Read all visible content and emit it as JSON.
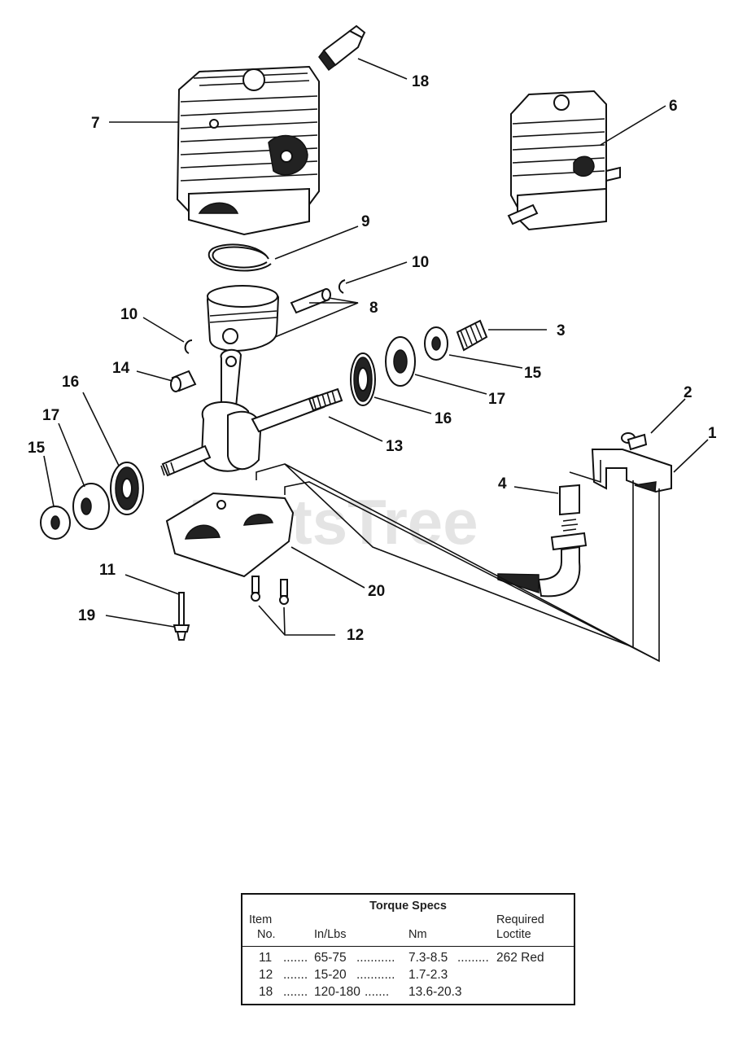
{
  "watermark": "PartsTree",
  "callouts": [
    {
      "id": "c18",
      "label": "18"
    },
    {
      "id": "c7",
      "label": "7"
    },
    {
      "id": "c6",
      "label": "6"
    },
    {
      "id": "c9",
      "label": "9"
    },
    {
      "id": "c10a",
      "label": "10"
    },
    {
      "id": "c10b",
      "label": "10"
    },
    {
      "id": "c8",
      "label": "8"
    },
    {
      "id": "c3",
      "label": "3"
    },
    {
      "id": "c14",
      "label": "14"
    },
    {
      "id": "c15a",
      "label": "15"
    },
    {
      "id": "c16a",
      "label": "16"
    },
    {
      "id": "c17a",
      "label": "17"
    },
    {
      "id": "c16b",
      "label": "16"
    },
    {
      "id": "c17b",
      "label": "17"
    },
    {
      "id": "c15b",
      "label": "15"
    },
    {
      "id": "c13",
      "label": "13"
    },
    {
      "id": "c2",
      "label": "2"
    },
    {
      "id": "c1",
      "label": "1"
    },
    {
      "id": "c4",
      "label": "4"
    },
    {
      "id": "c11",
      "label": "11"
    },
    {
      "id": "c20",
      "label": "20"
    },
    {
      "id": "c19",
      "label": "19"
    },
    {
      "id": "c12",
      "label": "12"
    }
  ],
  "torque_specs": {
    "title": "Torque Specs",
    "headers": {
      "item_line1": "Item",
      "item_line2": "No.",
      "in_lbs": "In/Lbs",
      "nm": "Nm",
      "loctite_line1": "Required",
      "loctite_line2": "Loctite"
    },
    "rows": [
      {
        "item": "11",
        "in_lbs": "65-75",
        "nm": "7.3-8.5",
        "loctite": "262 Red"
      },
      {
        "item": "12",
        "in_lbs": "15-20",
        "nm": "1.7-2.3",
        "loctite": ""
      },
      {
        "item": "18",
        "in_lbs": "120-180",
        "nm": "13.6-20.3",
        "loctite": ""
      }
    ]
  }
}
